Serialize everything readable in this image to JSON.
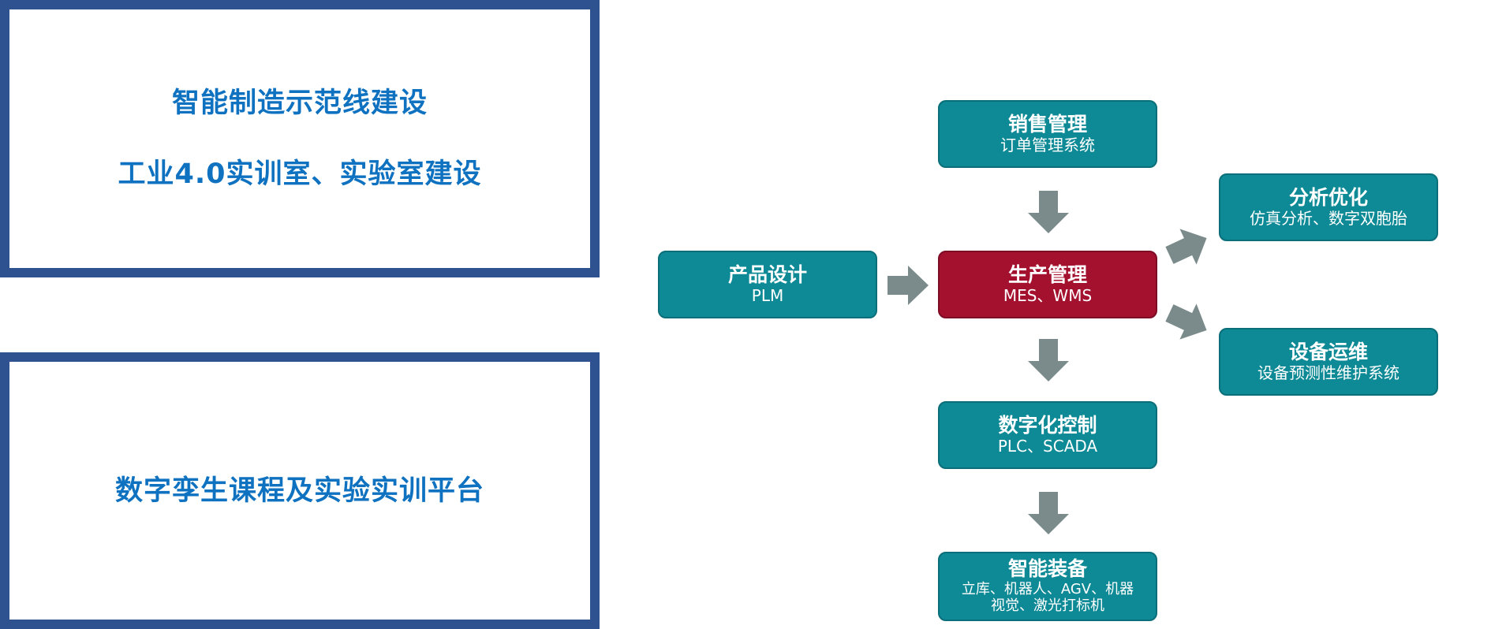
{
  "left_panels": {
    "top": {
      "line1": "智能制造示范线建设",
      "line2": "工业4.0实训室、实验室建设"
    },
    "bottom": {
      "line1": "数字孪生课程及实验实训平台"
    }
  },
  "flow": {
    "sales": {
      "title": "销售管理",
      "subtitle": "订单管理系统"
    },
    "product": {
      "title": "产品设计",
      "subtitle": "PLM"
    },
    "production": {
      "title": "生产管理",
      "subtitle": "MES、WMS"
    },
    "analysis": {
      "title": "分析优化",
      "subtitle": "仿真分析、数字双胞胎"
    },
    "equipment": {
      "title": "设备运维",
      "subtitle": "设备预测性维护系统"
    },
    "control": {
      "title": "数字化控制",
      "subtitle": "PLC、SCADA"
    },
    "smart": {
      "title": "智能装备",
      "subtitle_line1": "立库、机器人、AGV、机器",
      "subtitle_line2": "视觉、激光打标机"
    }
  },
  "colors": {
    "frame": "#2e5190",
    "panel_text": "#0f72c0",
    "node": "#0e8a96",
    "node_highlight": "#a4112f",
    "arrow": "#7b8a8a"
  }
}
